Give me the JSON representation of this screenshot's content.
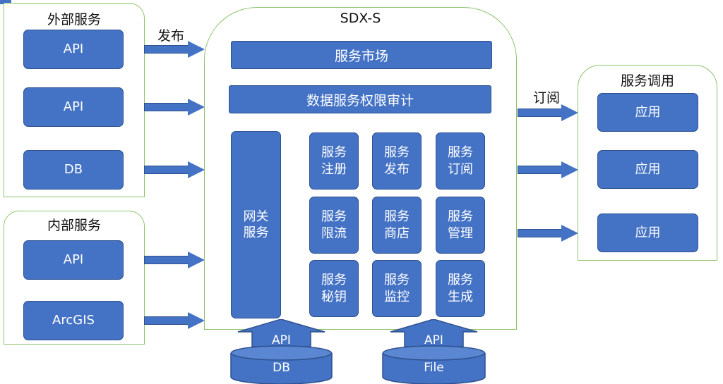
{
  "external": {
    "title": "外部服务",
    "items": [
      "API",
      "API",
      "DB"
    ]
  },
  "internal": {
    "title": "内部服务",
    "items": [
      "API",
      "ArcGIS"
    ]
  },
  "publish_label": "发布",
  "main": {
    "title": "SDX-S",
    "market": "服务市场",
    "audit": "数据服务权限审计",
    "gateway": [
      "网关",
      "服务"
    ],
    "grid": [
      [
        "服务",
        "注册"
      ],
      [
        "服务",
        "发布"
      ],
      [
        "服务",
        "订阅"
      ],
      [
        "服务",
        "限流"
      ],
      [
        "服务",
        "商店"
      ],
      [
        "服务",
        "管理"
      ],
      [
        "服务",
        "秘钥"
      ],
      [
        "服务",
        "监控"
      ],
      [
        "服务",
        "生成"
      ]
    ]
  },
  "subscribe_label": "订阅",
  "consumer": {
    "title": "服务调用",
    "items": [
      "应用",
      "应用",
      "应用"
    ]
  },
  "sources": [
    {
      "arrow": "API",
      "name": "DB"
    },
    {
      "arrow": "API",
      "name": "File"
    }
  ],
  "colors": {
    "box": "#4472c4",
    "border": "#2f528f",
    "panel_border": "#8cc36b"
  }
}
